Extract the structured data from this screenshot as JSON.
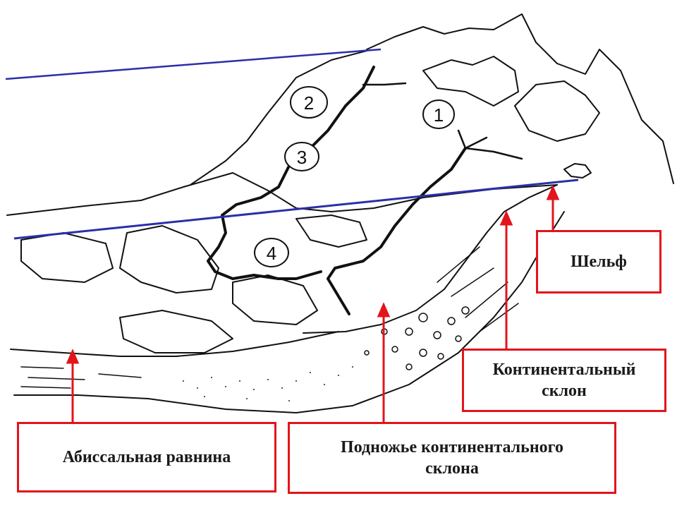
{
  "labels": {
    "shelf": "Шельф",
    "continental_slope": "Континентальный\nсклон",
    "slope_foot": "Подножье континентального\nсклона",
    "abyssal_plain": "Абиссальная равнина"
  },
  "markers": [
    "1",
    "2",
    "3",
    "4"
  ],
  "colors": {
    "arrow": "#e3141b",
    "line": "#2b2fa8",
    "ink": "#111111"
  }
}
